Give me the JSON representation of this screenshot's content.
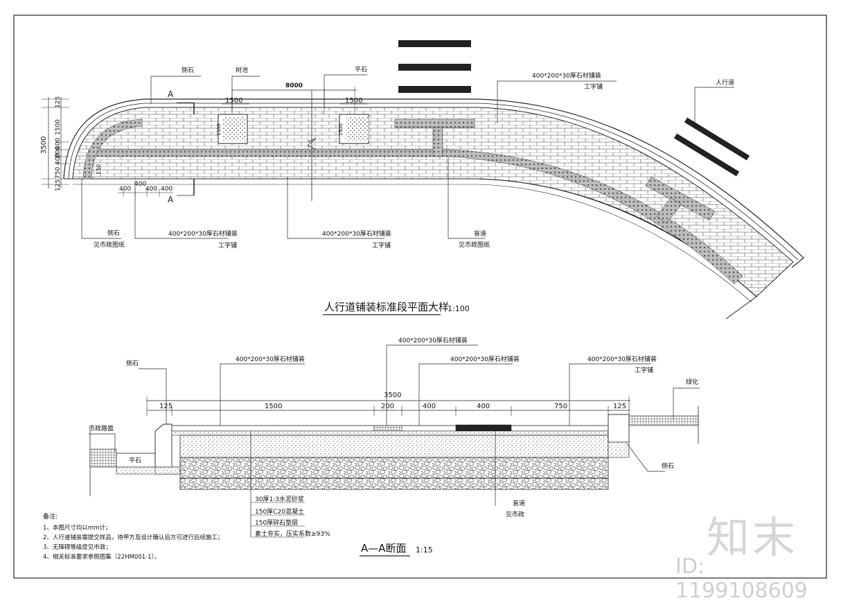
{
  "plan": {
    "title": "人行道铺装标准段平面大样",
    "scale": "1:100",
    "labels": {
      "curb_top": "侧石",
      "tree_pit": "树池",
      "flat_stone": "平石",
      "paving_top_right": "400*200*30厚石材铺装",
      "laying_top_right": "工字铺",
      "sidewalk": "人行道",
      "section_mark": "A",
      "curb_bottom": "侧石",
      "curb_bottom_ref": "见市政图纸",
      "paving_b1": "400*200*30厚石材铺装",
      "laying_b1": "工字铺",
      "paving_b2": "400*200*30厚石材铺装",
      "laying_b2": "工字铺",
      "blind_path": "盲道",
      "blind_path_ref": "见市政图纸"
    },
    "dims": {
      "d8000": "8000",
      "d1500a": "1500",
      "d1500b": "1500",
      "d3500": "3500",
      "v125a": "125",
      "v1500": "1500",
      "v400a": "400",
      "v200": "200",
      "v400b": "400",
      "v750": "750",
      "v125b": "125",
      "h400a": "400",
      "h400b": "400",
      "h400c": "400",
      "h400d": "400",
      "h150": "150",
      "p1500a": "1500",
      "p1500b": "1500"
    }
  },
  "section": {
    "title": "A—A断面",
    "scale": "1:15",
    "labels": {
      "curb_left": "侧石",
      "road_surface": "市政路面",
      "flat_stone": "平石",
      "paving1": "400*200*30厚石材铺装",
      "paving2": "400*200*30厚石材铺装",
      "paving3": "400*200*30厚石材铺装",
      "paving4": "400*200*30厚石材铺装",
      "laying4": "工字铺",
      "greening": "绿化",
      "curb_right": "侧石",
      "blind_path": "盲道",
      "blind_path_ref": "见市政",
      "layer1": "30厚1:3水泥砂浆",
      "layer2": "150厚C20混凝土",
      "layer3": "150厚碎石垫层",
      "layer4": "素土夯实，压实系数≥93%"
    },
    "dims": {
      "total": "3500",
      "d125a": "125",
      "d1500": "1500",
      "d200": "200",
      "d400a": "400",
      "d400b": "400",
      "d750": "750",
      "d125b": "125"
    }
  },
  "notes": {
    "heading": "备注:",
    "items": [
      "1、本图尺寸均以mm计；",
      "2、人行道铺装需提交样品，待甲方及设计确认后方可进行后续施工；",
      "3、无障碍等级度见市政；",
      "4、相关标准要求参照图集（22HM001-1）。"
    ]
  },
  "watermark": {
    "logo": "知末",
    "id": "ID: 1199108609"
  }
}
